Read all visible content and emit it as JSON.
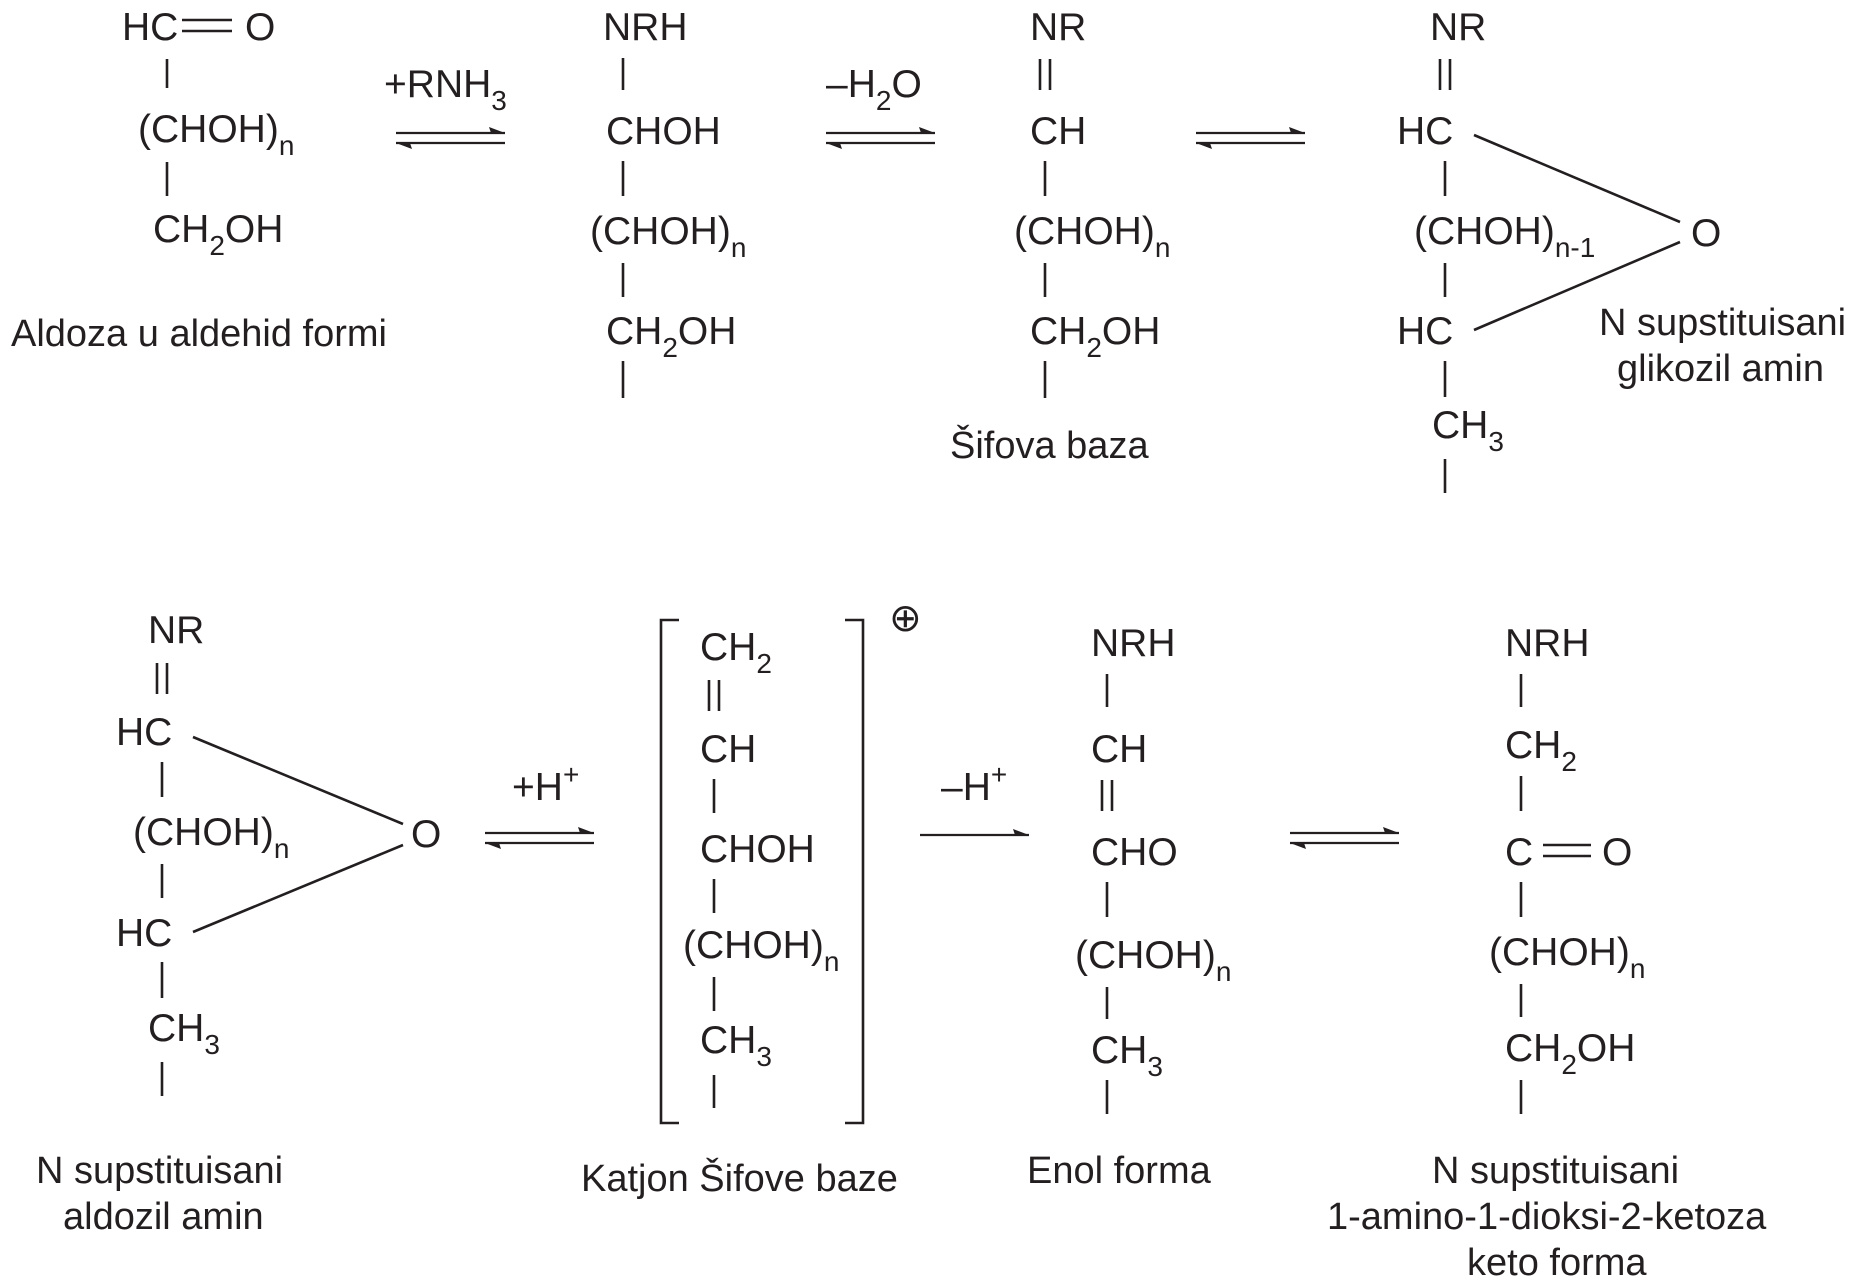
{
  "structures": {
    "s1": {
      "l0_a": "HC",
      "l0_b": "O",
      "l1": "(CHOH)",
      "l1_sub": "n",
      "l2_a": "CH",
      "l2_sub": "2",
      "l2_b": "OH"
    },
    "s2": {
      "l0": "NRH",
      "l1": "CHOH",
      "l2": "(CHOH)",
      "l2_sub": "n",
      "l3_a": "CH",
      "l3_sub": "2",
      "l3_b": "OH"
    },
    "s3": {
      "l0": "NR",
      "l1": "CH",
      "l2": "(CHOH)",
      "l2_sub": "n",
      "l3_a": "CH",
      "l3_sub": "2",
      "l3_b": "OH"
    },
    "s4": {
      "l0": "NR",
      "l1": "HC",
      "l2": "(CHOH)",
      "l2_sub": "n-1",
      "l3": "HC",
      "l4": "CH",
      "l4_sub": "3",
      "ring_o": "O"
    },
    "s5": {
      "l0": "NR",
      "l1": "HC",
      "l2": "(CHOH)",
      "l2_sub": "n",
      "l3": "HC",
      "l4": "CH",
      "l4_sub": "3",
      "ring_o": "O"
    },
    "s6": {
      "l0": "CH",
      "l0_sub": "2",
      "l1": "CH",
      "l2": "CHOH",
      "l3": "(CHOH)",
      "l3_sub": "n",
      "l4": "CH",
      "l4_sub": "3",
      "charge": "⊕"
    },
    "s7": {
      "l0": "NRH",
      "l1": "CH",
      "l2": "CHO",
      "l3": "(CHOH)",
      "l3_sub": "n",
      "l4": "CH",
      "l4_sub": "3"
    },
    "s8": {
      "l0": "NRH",
      "l1": "CH",
      "l1_sub": "2",
      "l2_a": "C",
      "l2_b": "O",
      "l3": "(CHOH)",
      "l3_sub": "n",
      "l4_a": "CH",
      "l4_sub": "2",
      "l4_b": "OH"
    }
  },
  "arrows": {
    "a1": {
      "text": "+RNH",
      "sub": "3"
    },
    "a2": {
      "text_a": "–H",
      "sub": "2",
      "text_b": "O"
    },
    "a5": {
      "text": "+H",
      "sup": "+"
    },
    "a6": {
      "text": "–H",
      "sup": "+"
    }
  },
  "captions": {
    "c1": "Aldoza u aldehid formi",
    "c3": "Šifova baza",
    "c4_line1": "N supstituisani",
    "c4_line2": "glikozil amin",
    "c5_line1": "N supstituisani",
    "c5_line2": "aldozil amin",
    "c6": "Katjon Šifove baze",
    "c7": "Enol forma",
    "c8_line1": "N supstituisani",
    "c8_line2": "1-amino-1-dioksi-2-ketoza",
    "c8_line3": "keto forma"
  }
}
